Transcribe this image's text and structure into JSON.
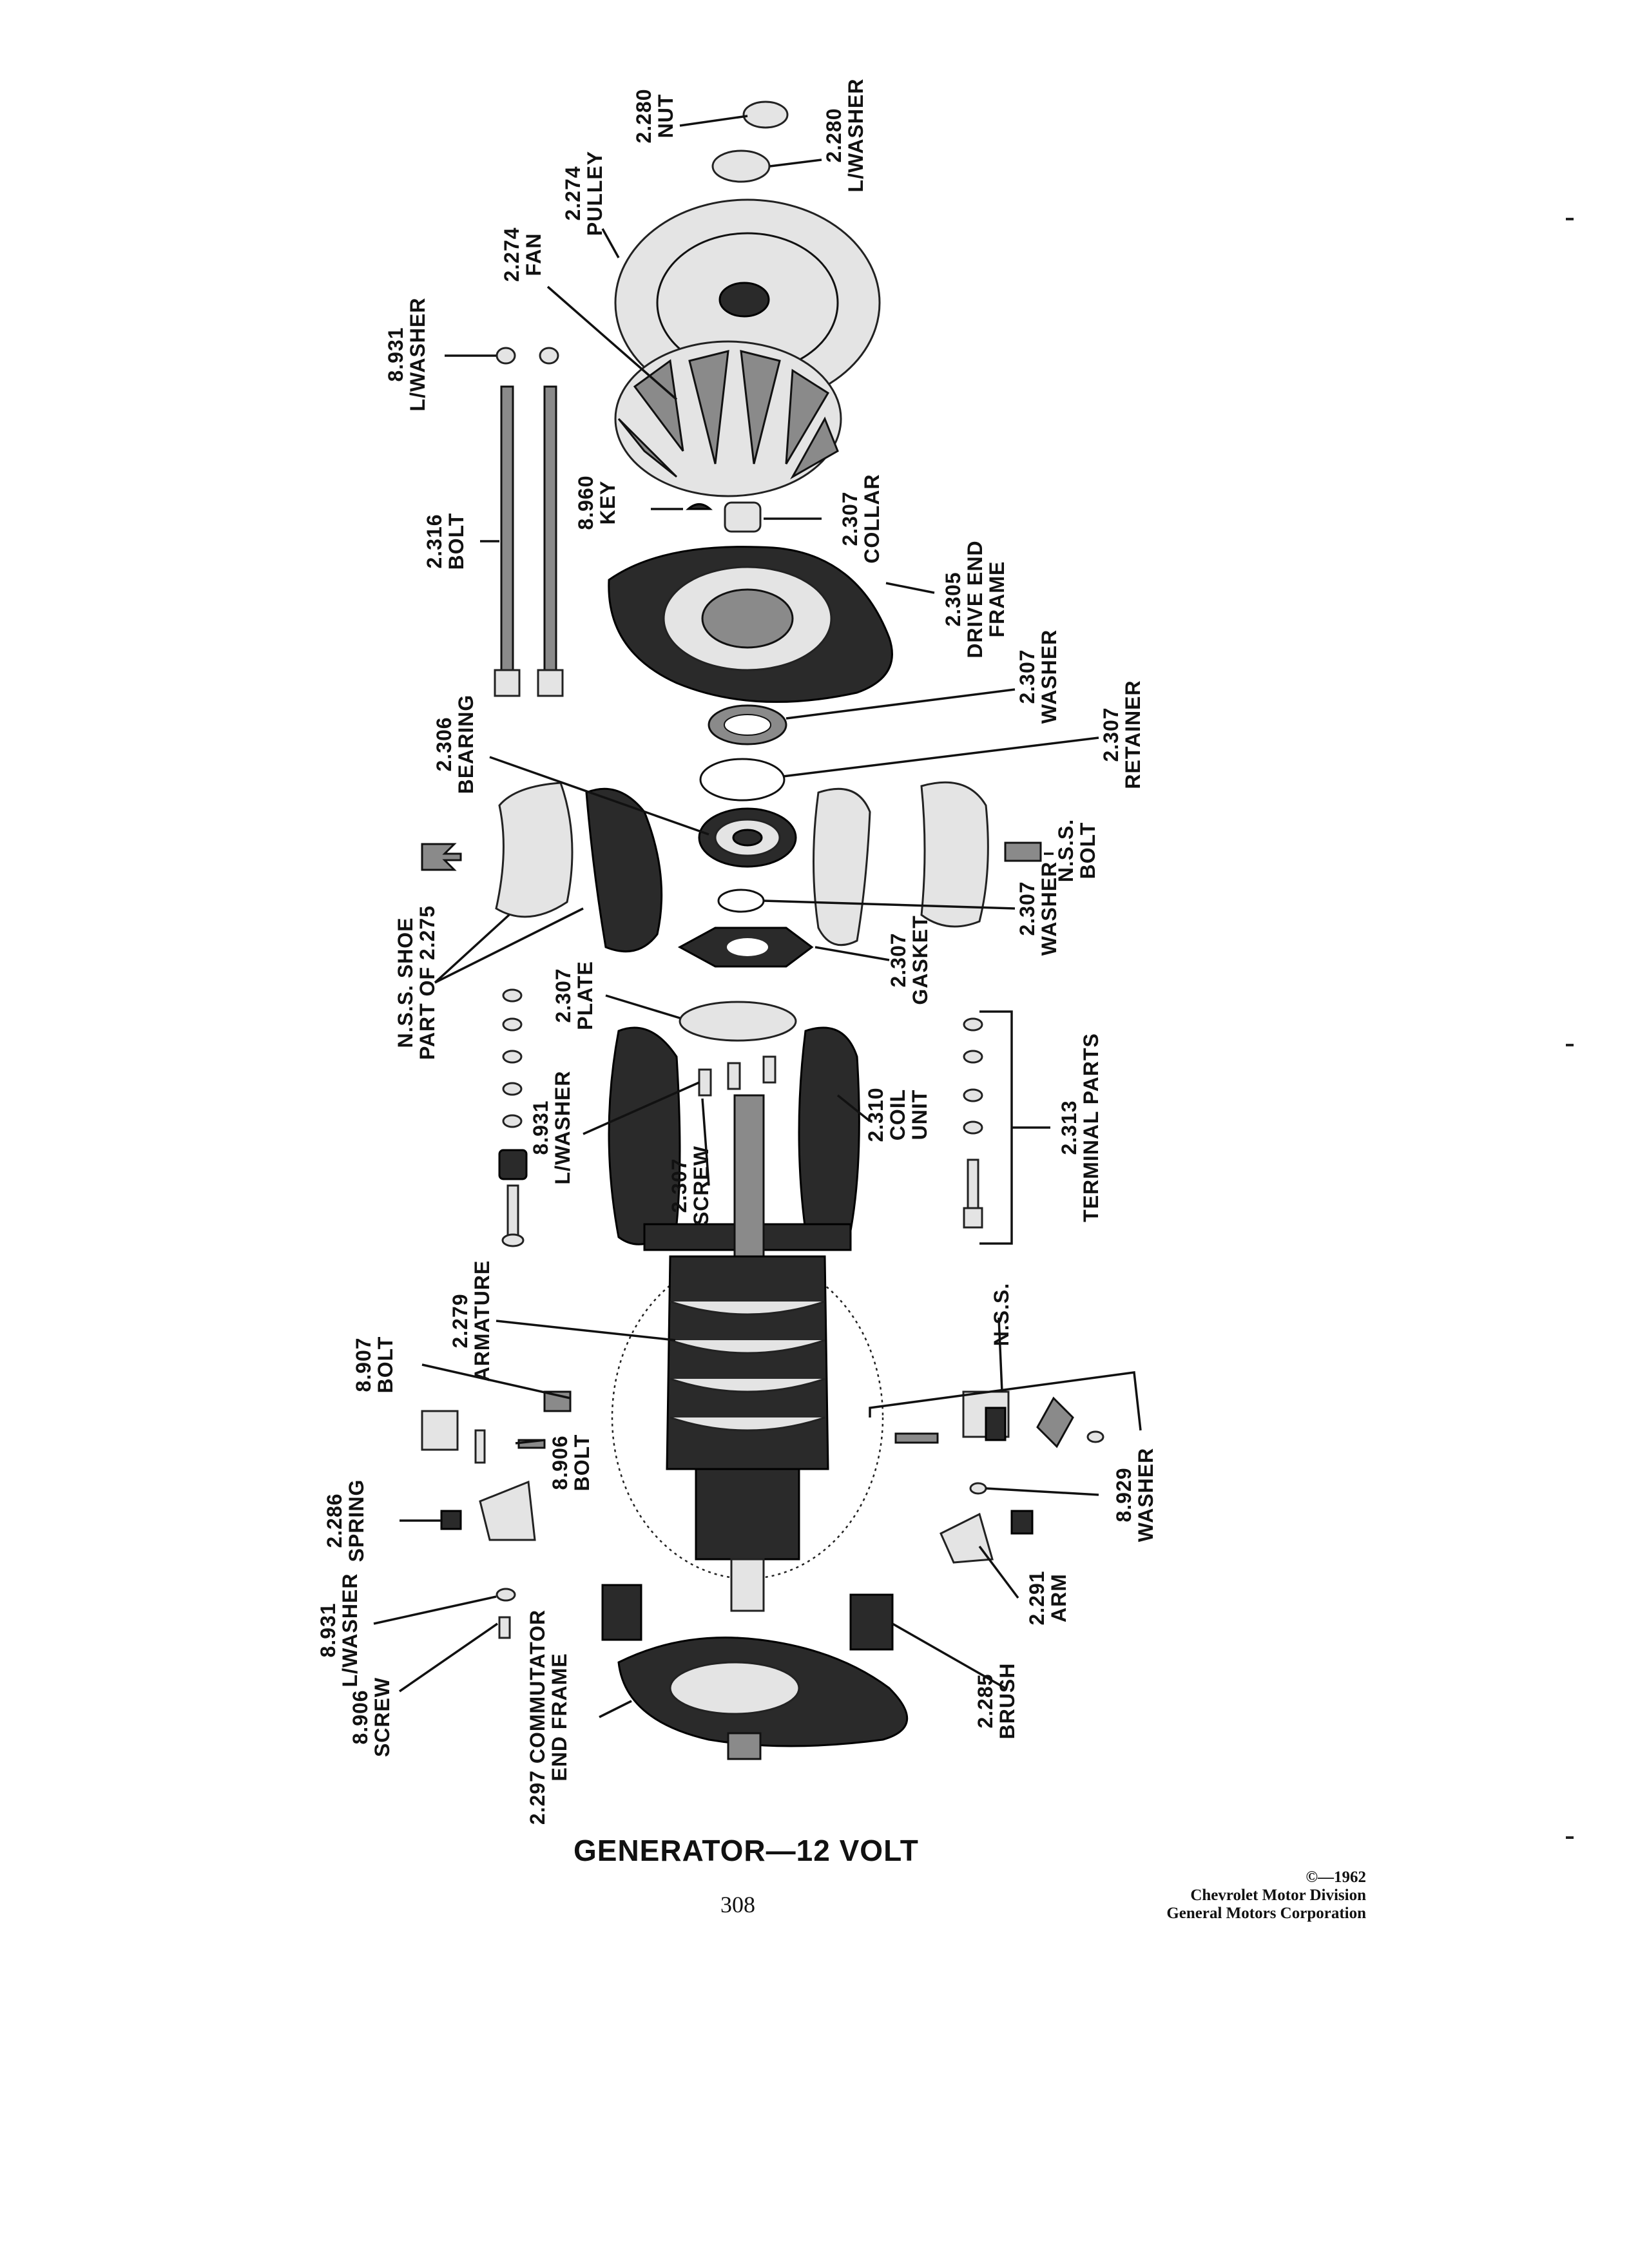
{
  "figure": {
    "caption": "GENERATOR—12 VOLT",
    "page_number": "308",
    "copyright": {
      "year_line": "©—1962",
      "division_line": "Chevrolet Motor Division",
      "corporation_line": "General Motors Corporation"
    }
  },
  "labels": {
    "nut": [
      "2.280",
      "NUT"
    ],
    "l_washer_top": [
      "2.280",
      "L/WASHER"
    ],
    "pulley": [
      "2.274",
      "PULLEY"
    ],
    "fan": [
      "2.274",
      "FAN"
    ],
    "l_washer_bolt": [
      "8.931",
      "L/WASHER"
    ],
    "key": [
      "8.960",
      "KEY"
    ],
    "collar": [
      "2.307",
      "COLLAR"
    ],
    "bolt_long": [
      "2.316",
      "BOLT"
    ],
    "drive_end_frame": [
      "2.305",
      "DRIVE END",
      "FRAME"
    ],
    "washer_a": [
      "2.307",
      "WASHER"
    ],
    "retainer": [
      "2.307",
      "RETAINER"
    ],
    "bearing": [
      "2.306",
      "BEARING"
    ],
    "nss_bolt": [
      "N.S.S.",
      "BOLT"
    ],
    "washer_b": [
      "2.307",
      "WASHER"
    ],
    "gasket": [
      "2.307",
      "GASKET"
    ],
    "shoe": [
      "N.S.S. SHOE",
      "PART OF 2.275"
    ],
    "plate": [
      "2.307",
      "PLATE"
    ],
    "l_washer_mid": [
      "8.931",
      "L/WASHER"
    ],
    "screw_mid": [
      "2.307",
      "SCREW"
    ],
    "coil_unit": [
      "2.310",
      "COIL",
      "UNIT"
    ],
    "terminal_parts": [
      "2.313",
      "TERMINAL PARTS"
    ],
    "armature": [
      "2.279",
      "ARMATURE"
    ],
    "bolt_8907": [
      "8.907",
      "BOLT"
    ],
    "nss_right": [
      "N.S.S."
    ],
    "bolt_8906": [
      "8.906",
      "BOLT"
    ],
    "spring": [
      "2.286",
      "SPRING"
    ],
    "washer_8929": [
      "8.929",
      "WASHER"
    ],
    "l_washer_bottom": [
      "8.931",
      "L/WASHER"
    ],
    "arm": [
      "2.291",
      "ARM"
    ],
    "screw_bottom": [
      "8.906",
      "SCREW"
    ],
    "commutator_end_frame": [
      "2.297 COMMUTATOR",
      "END FRAME"
    ],
    "brush": [
      "2.285",
      "BRUSH"
    ]
  }
}
